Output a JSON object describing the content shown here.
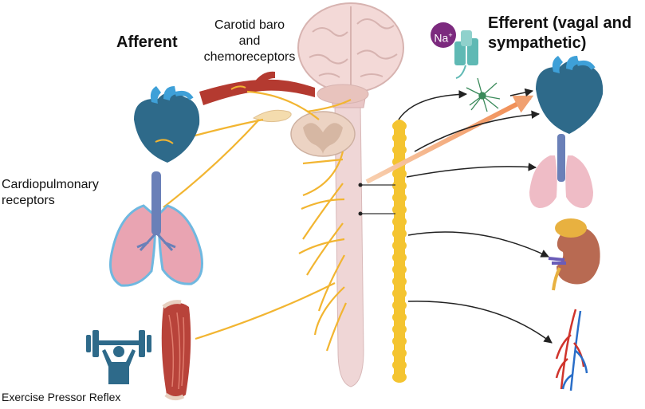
{
  "labels": {
    "afferent": "Afferent",
    "carotid_line1": "Carotid baro",
    "carotid_line2": "and",
    "carotid_line3": "chemoreceptors",
    "cardio_line1": "Cardiopulmonary",
    "cardio_line2": "receptors",
    "exercise": "Exercise Pressor Reflex",
    "efferent_line1": "Efferent (vagal and",
    "efferent_line2": "sympathetic)",
    "ion_symbol": "Na",
    "ion_charge": "+"
  },
  "colors": {
    "nerve": "#f2b531",
    "sympathetic_chain": "#f4c430",
    "heart": "#2e6a8a",
    "heart_vessels": "#3ea0d8",
    "lung": "#e9a4b2",
    "trachea": "#6a80b8",
    "artery": "#b43a30",
    "brain": "#f1d6d4",
    "spinal_cord": "#efd6d6",
    "kidney": "#b86a52",
    "adrenal": "#e8b140",
    "muscle": "#b8433a",
    "dumbbell": "#2e6a8a",
    "ion": "#7c2a7e",
    "channel": "#5fb9b4",
    "efferent_arrow": "#f0a070",
    "arrow": "#222222"
  },
  "icons": [
    "brain-icon",
    "heart-icon",
    "lungs-icon",
    "carotid-artery-icon",
    "spinal-cord-section-icon",
    "sympathetic-chain-icon",
    "kidney-icon",
    "blood-vessels-icon",
    "muscle-icon",
    "weightlifter-icon",
    "sodium-channel-icon",
    "neuron-icon"
  ]
}
